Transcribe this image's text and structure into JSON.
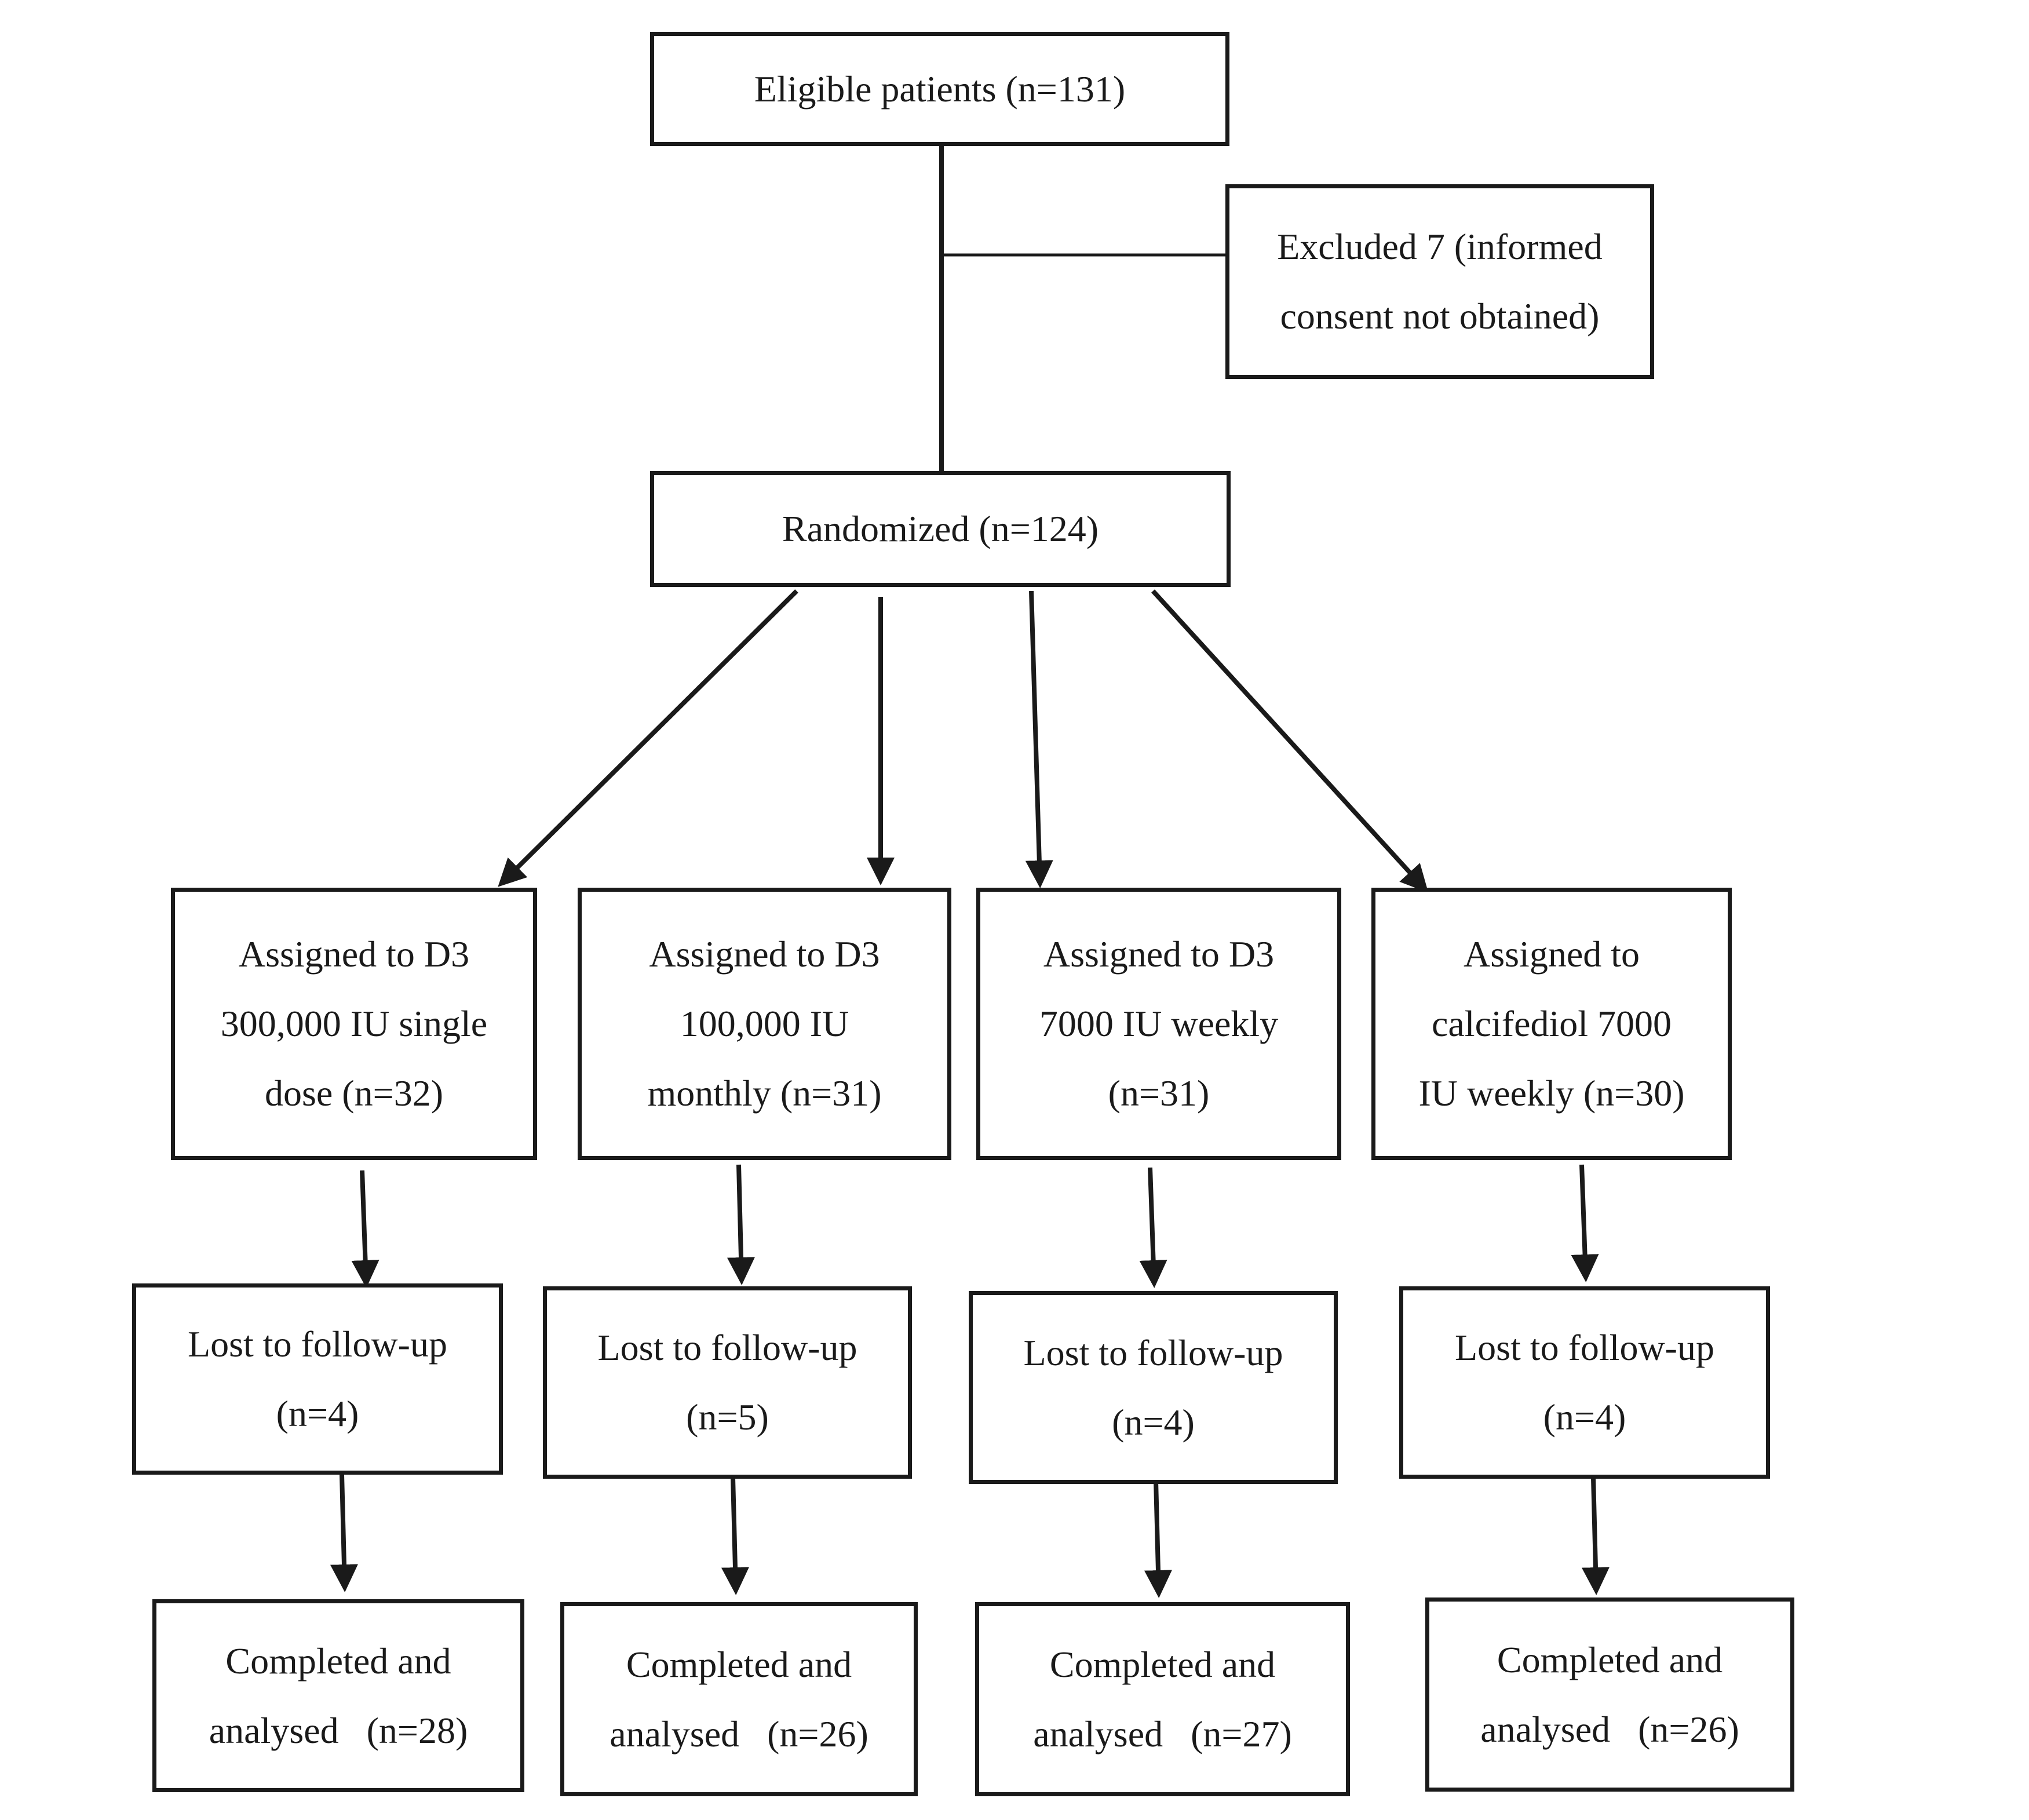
{
  "nodes": {
    "eligible": {
      "lines": [
        "Eligible patients (n=131)"
      ]
    },
    "excluded": {
      "lines": [
        "Excluded 7 (informed",
        "consent not obtained)"
      ]
    },
    "randomized": {
      "lines": [
        "Randomized (n=124)"
      ]
    },
    "arms": [
      {
        "assigned": [
          "Assigned to D3",
          "300,000 IU single",
          "dose (n=32)"
        ],
        "lost": [
          "Lost to follow-up",
          "(n=4)"
        ],
        "completed": [
          "Completed and",
          "analysed   (n=28)"
        ]
      },
      {
        "assigned": [
          "Assigned to D3",
          "100,000 IU",
          "monthly (n=31)"
        ],
        "lost": [
          "Lost to follow-up",
          "(n=5)"
        ],
        "completed": [
          "Completed and",
          "analysed   (n=26)"
        ]
      },
      {
        "assigned": [
          "Assigned to D3",
          "7000 IU weekly",
          "(n=31)"
        ],
        "lost": [
          "Lost to follow-up",
          "(n=4)"
        ],
        "completed": [
          "Completed and",
          "analysed   (n=27)"
        ]
      },
      {
        "assigned": [
          "Assigned to",
          "calcifediol 7000",
          "IU weekly (n=30)"
        ],
        "lost": [
          "Lost to follow-up",
          "(n=4)"
        ],
        "completed": [
          "Completed and",
          "analysed   (n=26)"
        ]
      }
    ]
  }
}
